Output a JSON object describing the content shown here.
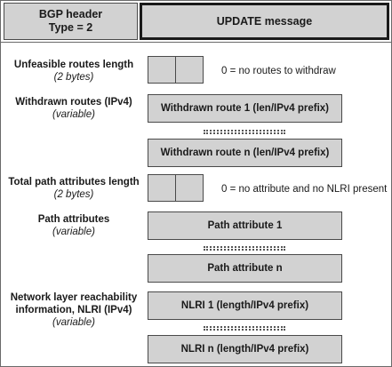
{
  "header": {
    "bgp_line1": "BGP header",
    "bgp_line2": "Type = 2",
    "update": "UPDATE message"
  },
  "sections": {
    "unfeasible": {
      "label": "Unfeasible routes length",
      "sub": "(2 bytes)",
      "note": "0 = no routes to withdraw"
    },
    "withdrawn": {
      "label": "Withdrawn routes (IPv4)",
      "sub": "(variable)",
      "first": "Withdrawn route 1 (len/IPv4 prefix)",
      "last": "Withdrawn route n (len/IPv4 prefix)"
    },
    "total_path": {
      "label_line1": "Total path attributes length",
      "sub": "(2 bytes)",
      "note": "0 = no attribute and no NLRI present"
    },
    "path_attributes": {
      "label": "Path attributes",
      "sub": "(variable)",
      "first": "Path attribute 1",
      "last": "Path attribute n"
    },
    "nlri": {
      "label_line1": "Network layer reachability",
      "label_line2": "information, NLRI (IPv4)",
      "sub": "(variable)",
      "first": "NLRI 1 (length/IPv4 prefix)",
      "last": "NLRI n (length/IPv4 prefix)"
    }
  }
}
